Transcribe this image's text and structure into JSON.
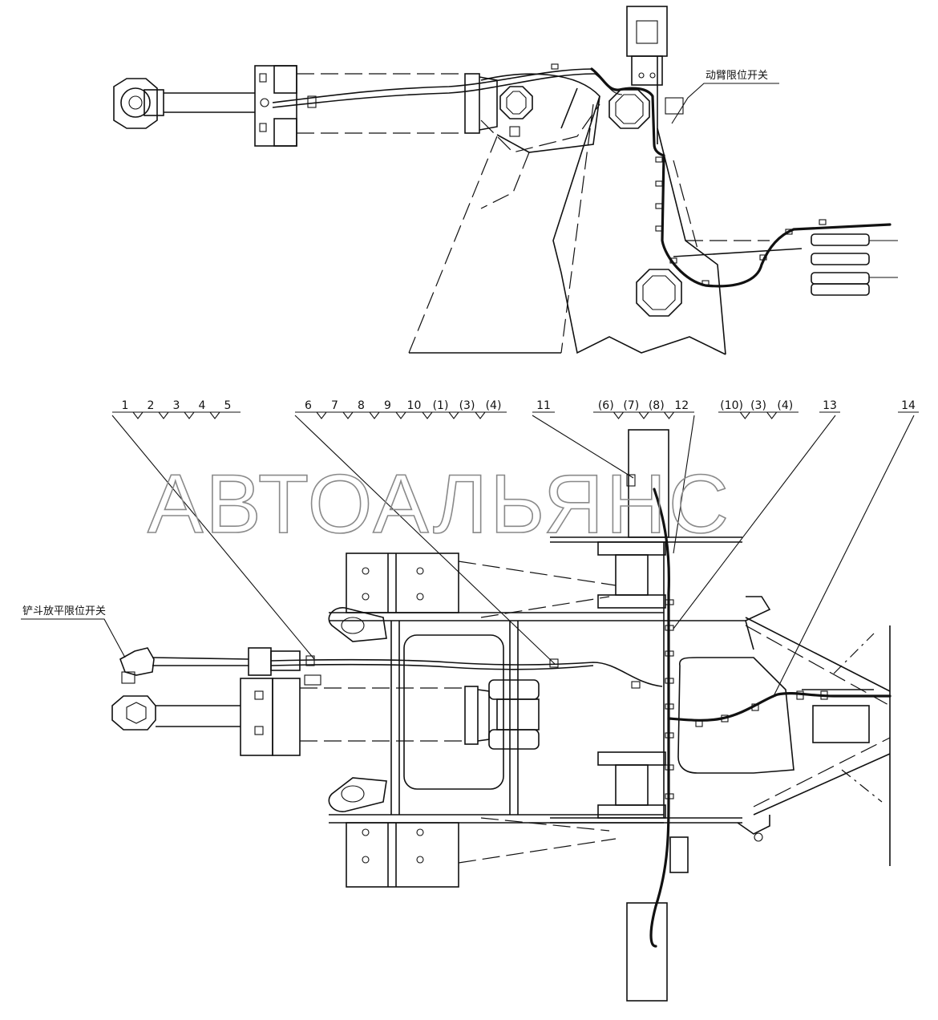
{
  "watermark": "АВТОАЛЬЯНС",
  "labels": {
    "boom_limit_switch": "动臂限位开关",
    "bucket_level_limit_switch": "铲斗放平限位开关"
  },
  "callouts": {
    "group_a": [
      "1",
      "2",
      "3",
      "4",
      "5"
    ],
    "group_b": [
      "6",
      "7",
      "8",
      "9",
      "10",
      "(1)",
      "(3)",
      "(4)"
    ],
    "item_11": "11",
    "group_c": [
      "(6)",
      "(7)",
      "(8)",
      "12"
    ],
    "group_d": [
      "(10)",
      "(3)",
      "(4)"
    ],
    "item_13": "13",
    "item_14": "14"
  },
  "icons": {
    "hex_nut": "hex-nut-icon",
    "bolt_hole": "bolt-hole-icon"
  }
}
